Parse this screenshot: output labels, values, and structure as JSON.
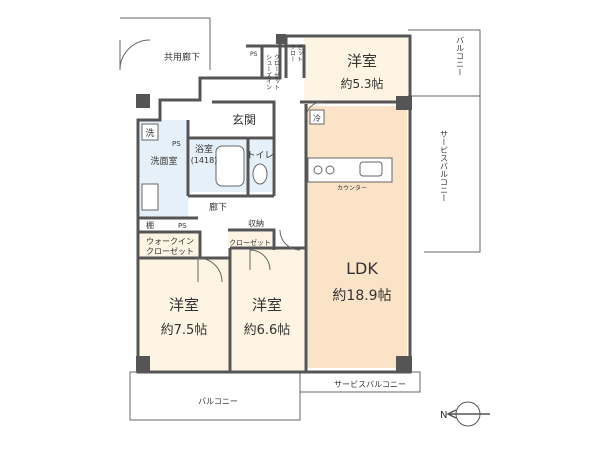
{
  "rooms": {
    "bedroom_top": {
      "name": "洋室",
      "area": "約5.3帖"
    },
    "bedroom_left": {
      "name": "洋室",
      "area": "約7.5帖"
    },
    "bedroom_mid": {
      "name": "洋室",
      "area": "約6.6帖"
    },
    "ldk": {
      "name": "LDK",
      "area": "約18.9帖"
    },
    "entrance": "玄関",
    "bath": {
      "name": "浴室",
      "size": "(1418)"
    },
    "toilet": "トイレ",
    "washroom": "洗面室",
    "hallway": "廊下",
    "walkin": [
      "ウォークイン",
      "クローゼット"
    ],
    "closet": "クローゼット",
    "shoes_closet": [
      "シューズイン",
      "クローゼット"
    ],
    "top_closet": [
      "クロー",
      "ゼット"
    ],
    "storage": "収納",
    "shelf": "棚",
    "counter": "カウンター"
  },
  "labels": {
    "common_corridor": "共用廊下",
    "balcony_right": "バルコニー",
    "service_balcony_right": "サービスバルコニー",
    "service_balcony_bottom": "サービスバルコニー",
    "balcony_bottom": "バルコニー",
    "ps": "PS",
    "wash_mark": "洗",
    "fridge_mark": "冷",
    "north": "N"
  },
  "colors": {
    "wall": "#555555",
    "ldk_floor": "#fbe3c8",
    "room_floor": "#fdf4e3",
    "wet_floor": "#e6f0f8",
    "hall_floor": "#ffffff"
  }
}
